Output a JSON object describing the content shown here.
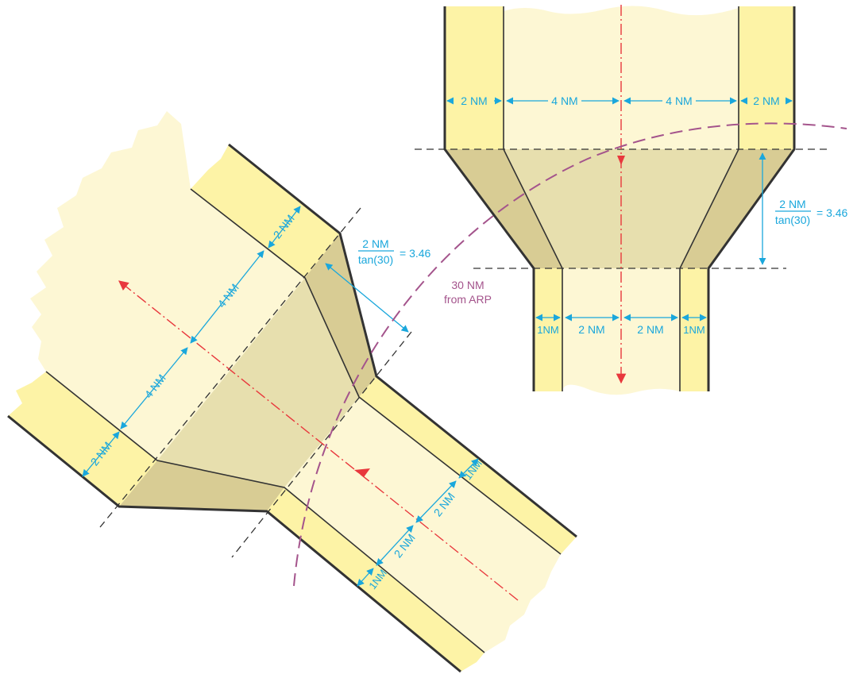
{
  "labels": {
    "lat_outer_left": "2 NM",
    "lat_inner_left": "4 NM",
    "lat_inner_right": "4 NM",
    "lat_outer_right": "2 NM",
    "app_outer_left": "1NM",
    "app_inner_left": "2 NM",
    "app_inner_right": "2 NM",
    "app_outer_right": "1NM",
    "transition_num": "2 NM",
    "transition_den": "tan(30)",
    "transition_val": "= 3.46",
    "arc_line1": "30 NM",
    "arc_line2": "from ARP"
  },
  "colors": {
    "outer_band": "#fdf3a6",
    "inner_band": "#fdf7d4",
    "transition_outer": "#d8cc94",
    "transition_inner": "#e7dfae",
    "dimension": "#1aa7dc",
    "centerline": "#e8383d",
    "arc": "#a4548c"
  }
}
